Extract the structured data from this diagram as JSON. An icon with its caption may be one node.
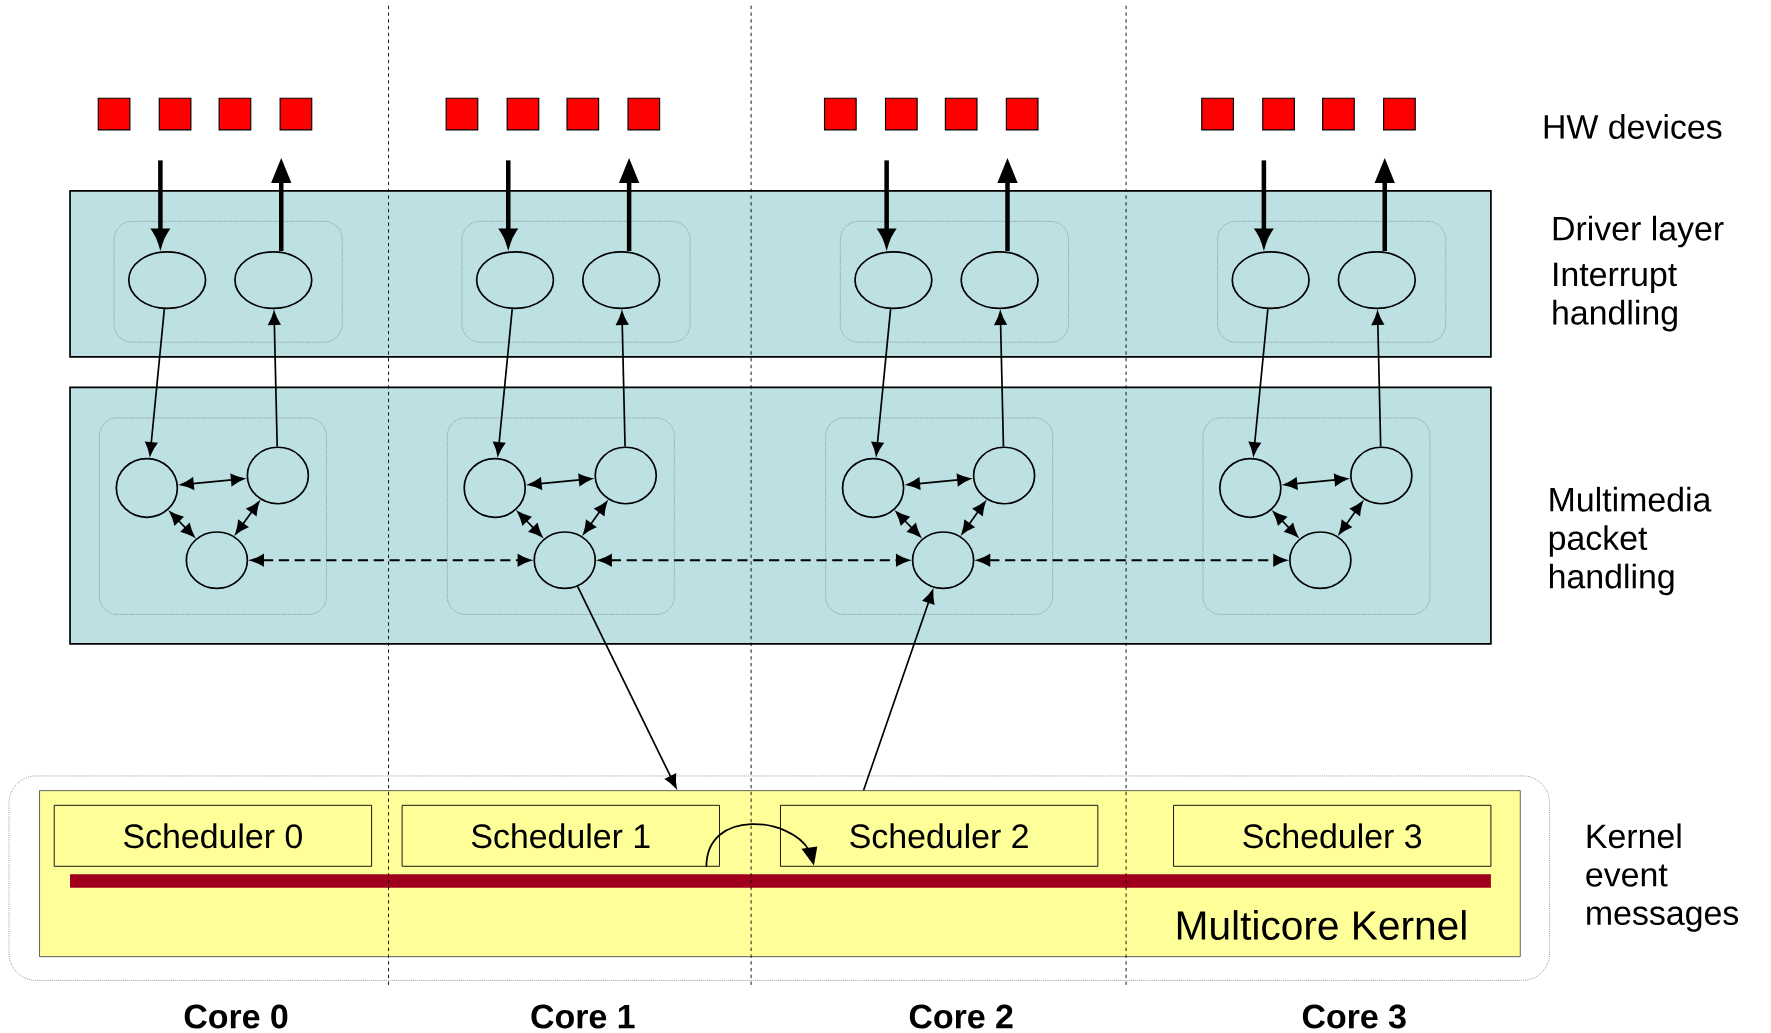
{
  "diagram": {
    "nodes": [
      {
        "text": [],
        "shape": "box"
      },
      {
        "text": [],
        "shape": "box"
      },
      {
        "text": [],
        "shape": "box"
      },
      {
        "text": [],
        "shape": "box"
      },
      {
        "text": [],
        "shape": "box"
      },
      {
        "text": [],
        "shape": "box"
      },
      {
        "text": [],
        "shape": "box"
      },
      {
        "text": [],
        "shape": "box"
      },
      {
        "text": [],
        "shape": "box"
      },
      {
        "text": [],
        "shape": "box"
      },
      {
        "text": [],
        "shape": "box"
      },
      {
        "text": [],
        "shape": "box"
      },
      {
        "text": [],
        "shape": "box"
      },
      {
        "text": [],
        "shape": "box"
      },
      {
        "text": [],
        "shape": "box"
      },
      {
        "text": [],
        "shape": "box"
      },
      {
        "text": [],
        "shape": "box"
      },
      {
        "text": [],
        "shape": "box",
        "in": 16
      },
      {
        "text": [],
        "shape": "box",
        "in": 16
      },
      {
        "text": [],
        "shape": "box",
        "in": 16
      },
      {
        "text": [],
        "shape": "box",
        "in": 16
      },
      {
        "text": [],
        "shape": "circle",
        "in": 17
      },
      {
        "text": [],
        "shape": "circle",
        "in": 17
      },
      {
        "text": [],
        "shape": "circle",
        "in": 18
      },
      {
        "text": [],
        "shape": "circle",
        "in": 18
      },
      {
        "text": [],
        "shape": "circle",
        "in": 19
      },
      {
        "text": [],
        "shape": "circle",
        "in": 19
      },
      {
        "text": [],
        "shape": "circle",
        "in": 20
      },
      {
        "text": [],
        "shape": "circle",
        "in": 20
      },
      {
        "text": [],
        "shape": "box"
      },
      {
        "text": [],
        "shape": "box",
        "in": 29
      },
      {
        "text": [],
        "shape": "box",
        "in": 29
      },
      {
        "text": [],
        "shape": "box",
        "in": 29
      },
      {
        "text": [],
        "shape": "box",
        "in": 29
      },
      {
        "text": [],
        "shape": "circle",
        "in": 30
      },
      {
        "text": [],
        "shape": "circle",
        "in": 30
      },
      {
        "text": [],
        "shape": "circle",
        "in": 30
      },
      {
        "text": [],
        "shape": "circle",
        "in": 31
      },
      {
        "text": [],
        "shape": "circle",
        "in": 31
      },
      {
        "text": [],
        "shape": "circle",
        "in": 31
      },
      {
        "text": [],
        "shape": "circle",
        "in": 32
      },
      {
        "text": [],
        "shape": "circle",
        "in": 32
      },
      {
        "text": [],
        "shape": "circle",
        "in": 32
      },
      {
        "text": [],
        "shape": "circle",
        "in": 33
      },
      {
        "text": [],
        "shape": "circle",
        "in": 33
      },
      {
        "text": [],
        "shape": "circle",
        "in": 33
      },
      {
        "text": [],
        "shape": "box"
      },
      {
        "text": [
          "Multicore Kernel"
        ],
        "in": 46
      },
      {
        "text": [
          "Scheduler 0"
        ],
        "in": 47
      },
      {
        "text": [
          "Scheduler 1"
        ],
        "in": 47
      },
      {
        "text": [
          "Scheduler 2"
        ],
        "in": 47
      },
      {
        "text": [
          "Scheduler 3"
        ],
        "in": 47
      }
    ],
    "edges": [
      {
        "from": null,
        "to": 21,
        "arrow": "to",
        "style": "thick"
      },
      {
        "from": 22,
        "to": null,
        "arrow": "to",
        "style": "thick"
      },
      {
        "from": 21,
        "to": 34,
        "arrow": "to"
      },
      {
        "from": 35,
        "to": 22,
        "arrow": "to"
      },
      {
        "from": 34,
        "to": 35,
        "arrow": "both"
      },
      {
        "from": 34,
        "to": 36,
        "arrow": "both"
      },
      {
        "from": 35,
        "to": 36,
        "arrow": "both"
      },
      {
        "from": null,
        "to": 23,
        "arrow": "to",
        "style": "thick"
      },
      {
        "from": 24,
        "to": null,
        "arrow": "to",
        "style": "thick"
      },
      {
        "from": 23,
        "to": 37,
        "arrow": "to"
      },
      {
        "from": 38,
        "to": 24,
        "arrow": "to"
      },
      {
        "from": 37,
        "to": 38,
        "arrow": "both"
      },
      {
        "from": 37,
        "to": 39,
        "arrow": "both"
      },
      {
        "from": 38,
        "to": 39,
        "arrow": "both"
      },
      {
        "from": null,
        "to": 25,
        "arrow": "to",
        "style": "thick"
      },
      {
        "from": 26,
        "to": null,
        "arrow": "to",
        "style": "thick"
      },
      {
        "from": 25,
        "to": 40,
        "arrow": "to"
      },
      {
        "from": 41,
        "to": 26,
        "arrow": "to"
      },
      {
        "from": 40,
        "to": 41,
        "arrow": "both"
      },
      {
        "from": 40,
        "to": 42,
        "arrow": "both"
      },
      {
        "from": 41,
        "to": 42,
        "arrow": "both"
      },
      {
        "from": null,
        "to": 27,
        "arrow": "to",
        "style": "thick"
      },
      {
        "from": 28,
        "to": null,
        "arrow": "to",
        "style": "thick"
      },
      {
        "from": 27,
        "to": 43,
        "arrow": "to"
      },
      {
        "from": 44,
        "to": 28,
        "arrow": "to"
      },
      {
        "from": 43,
        "to": 44,
        "arrow": "both"
      },
      {
        "from": 43,
        "to": 45,
        "arrow": "both"
      },
      {
        "from": 44,
        "to": 45,
        "arrow": "both"
      },
      {
        "from": 36,
        "to": 39,
        "arrow": "both",
        "style": "dashed"
      },
      {
        "from": 39,
        "to": 42,
        "arrow": "both",
        "style": "dashed"
      },
      {
        "from": 42,
        "to": 45,
        "arrow": "both",
        "style": "dashed"
      },
      {
        "from": 39,
        "to": 47,
        "arrow": "to"
      },
      {
        "from": 47,
        "to": 42,
        "arrow": "to"
      },
      {
        "from": 49,
        "to": 50,
        "arrow": "to"
      }
    ],
    "labels": [
      "HW devices",
      "Driver layer",
      "Interrupt handling",
      "Multimedia packet handling",
      "Kernel event messages",
      "Core 0",
      "Core 1",
      "Core 2",
      "Core 3"
    ]
  }
}
